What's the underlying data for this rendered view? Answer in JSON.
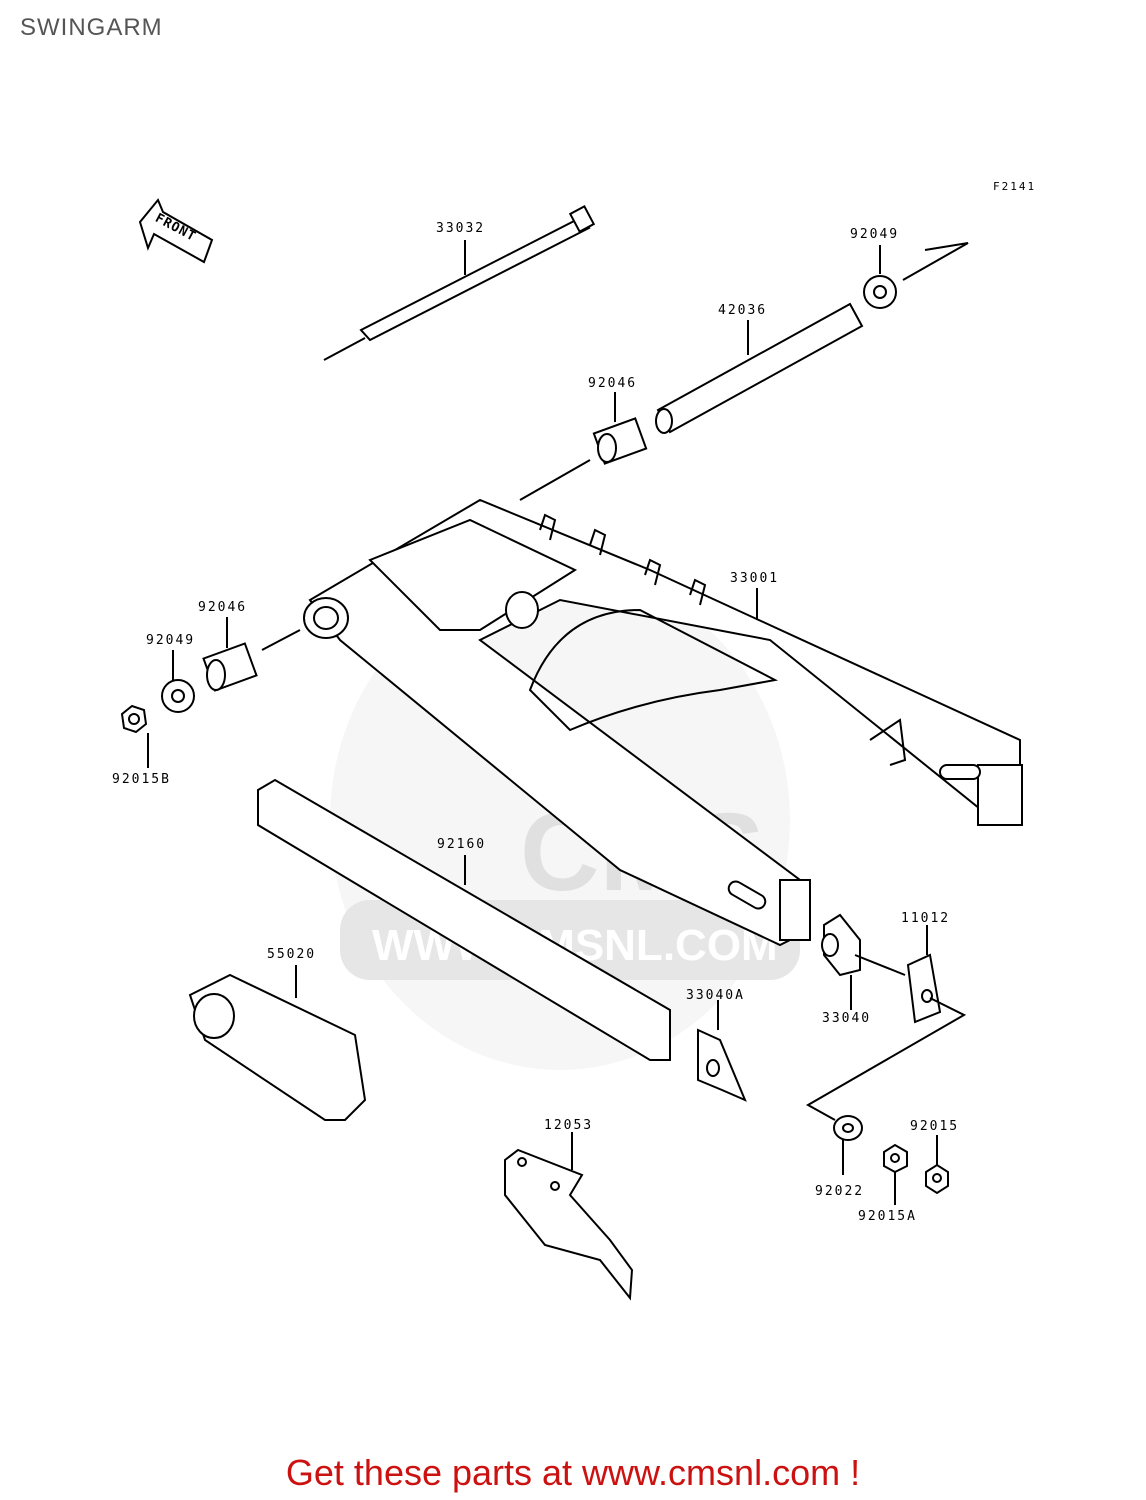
{
  "title": "SWINGARM",
  "figure_code": "F2141",
  "front_label": "FRONT",
  "watermark": {
    "brand": "CMS",
    "url": "WWW.CMSNL.COM"
  },
  "parts": [
    {
      "id": "p33032",
      "number": "33032"
    },
    {
      "id": "p92049a",
      "number": "92049"
    },
    {
      "id": "p42036",
      "number": "42036"
    },
    {
      "id": "p92046a",
      "number": "92046"
    },
    {
      "id": "p33001",
      "number": "33001"
    },
    {
      "id": "p92046b",
      "number": "92046"
    },
    {
      "id": "p92049b",
      "number": "92049"
    },
    {
      "id": "p92015B",
      "number": "92015B"
    },
    {
      "id": "p92160",
      "number": "92160"
    },
    {
      "id": "p11012",
      "number": "11012"
    },
    {
      "id": "p55020",
      "number": "55020"
    },
    {
      "id": "p33040A",
      "number": "33040A"
    },
    {
      "id": "p33040",
      "number": "33040"
    },
    {
      "id": "p12053",
      "number": "12053"
    },
    {
      "id": "p92015",
      "number": "92015"
    },
    {
      "id": "p92022",
      "number": "92022"
    },
    {
      "id": "p92015A",
      "number": "92015A"
    }
  ],
  "footer": "Get these parts at www.cmsnl.com !",
  "colors": {
    "footer": "#cc1111",
    "title": "#555555",
    "watermark": "#e6e6e6"
  }
}
